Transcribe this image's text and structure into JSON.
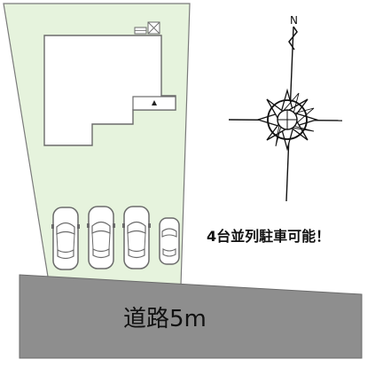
{
  "north_label": "N",
  "parking_note": "4台並列駐車可能！",
  "road_label": "道路5m",
  "colors": {
    "lot_fill": "#e6f3dd",
    "road_fill": "#8e8e8e",
    "outline": "#6b6b6b"
  },
  "icons": [
    "compass-rose-icon",
    "car-icon",
    "compact-car-icon"
  ],
  "parking": {
    "cars": 3,
    "compact_cars": 1
  }
}
